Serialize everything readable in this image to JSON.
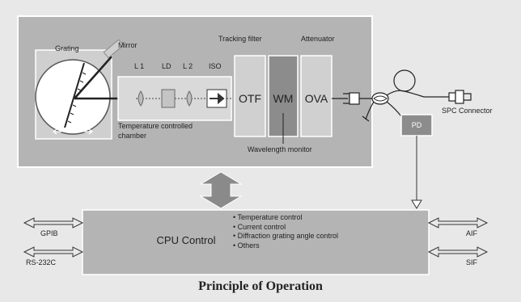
{
  "labels": {
    "grating": "Grating",
    "mirror": "Mirror",
    "l1": "L 1",
    "ld": "LD",
    "l2": "L 2",
    "iso": "ISO",
    "tracking_filter": "Tracking filter",
    "attenuator": "Attenuator",
    "otf": "OTF",
    "wm": "WM",
    "ova": "OVA",
    "temp_chamber_line1": "Temperature controlled",
    "temp_chamber_line2": "chamber",
    "wavelength_monitor": "Wavelength monitor",
    "pd": "PD",
    "spc_connector": "SPC Connector",
    "cpu_control": "CPU Control",
    "gpib": "GPIB",
    "rs232c": "RS-232C",
    "aif": "AIF",
    "sif": "SIF"
  },
  "cpu_functions": [
    "Temperature control",
    "Current control",
    "Diffraction grating angle control",
    "Others"
  ],
  "title": "Principle of Operation",
  "colors": {
    "background": "#e8e8e8",
    "outer_box": "#b4b4b4",
    "chamber": "#d6d6d6",
    "wm_box": "#8c8c8c",
    "filter_box": "#d0d0d0",
    "cpu_box": "#b4b4b4",
    "arrow": "#8a8a8a"
  }
}
